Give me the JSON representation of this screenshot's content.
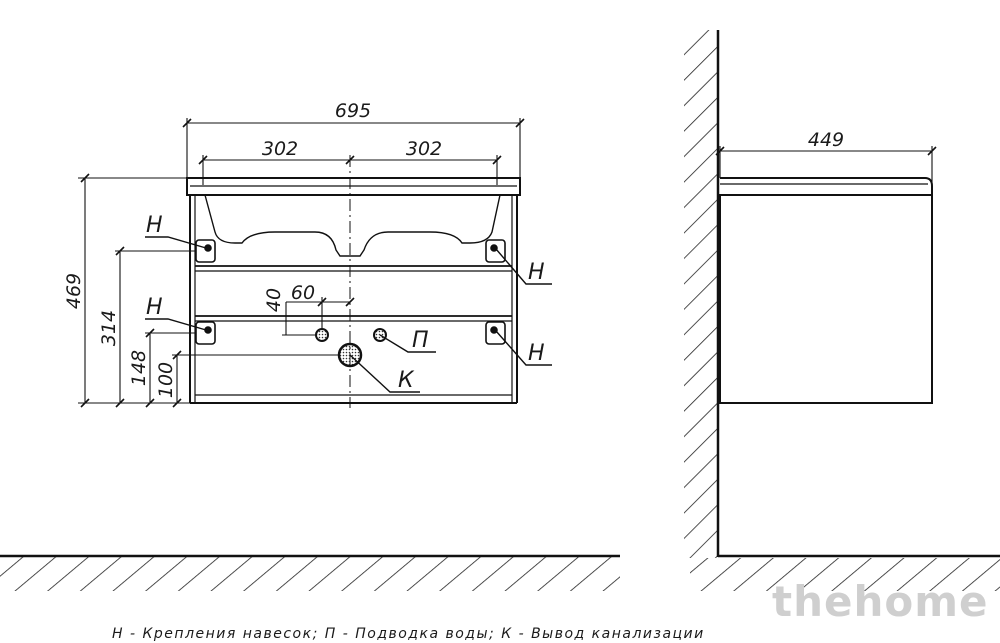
{
  "dimensions": {
    "overall_width": "695",
    "left_offset": "302",
    "right_offset": "302",
    "overall_height": "469",
    "mount_height": "314",
    "water_height": "148",
    "drain_height": "100",
    "water_spacing": "60",
    "water_drop": "40",
    "depth": "449"
  },
  "callouts": {
    "mount": "Н",
    "water": "П",
    "drain": "К"
  },
  "caption": "Н - Крепления навесок; П - Подводка воды; К - Вывод канализации",
  "watermark": "thehome"
}
